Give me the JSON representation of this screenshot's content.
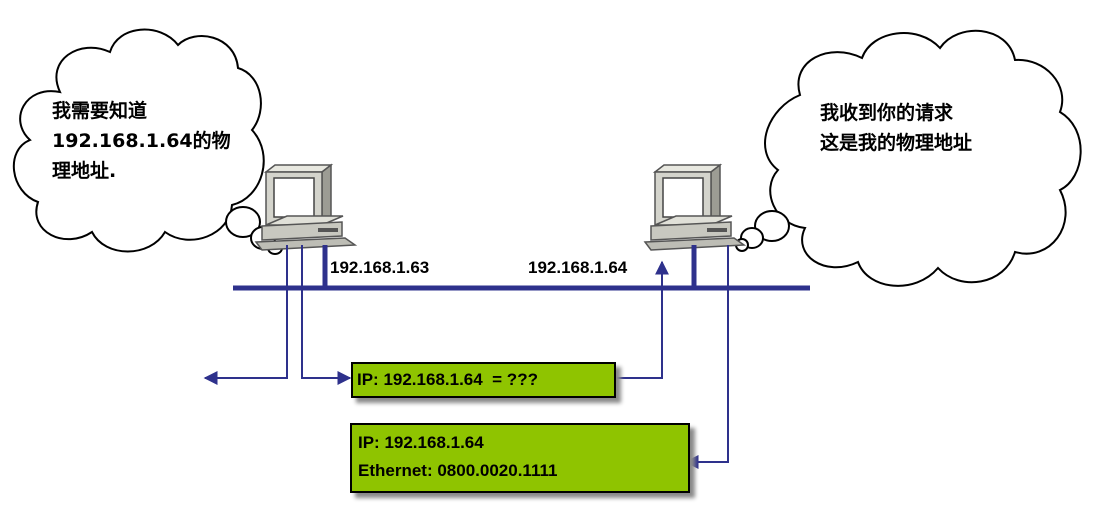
{
  "colors": {
    "line": "#2e318c",
    "box_fill": "#8fc400",
    "box_border": "#000000",
    "monitor": "#d4d4cc",
    "screen": "#ffffff"
  },
  "left_cloud": {
    "lines": [
      "我需要知道",
      "192.168.1.64的物",
      "理地址."
    ]
  },
  "right_cloud": {
    "lines": [
      "我收到你的请求",
      "这是我的物理地址"
    ]
  },
  "left_host": {
    "ip": "192.168.1.63"
  },
  "right_host": {
    "ip": "192.168.1.64"
  },
  "request_box": {
    "text": "IP: 192.168.1.64  = ???"
  },
  "reply_box": {
    "line1": "IP: 192.168.1.64",
    "line2": "Ethernet: 0800.0020.1111"
  },
  "icons": [
    "cloud-icon",
    "computer-icon"
  ]
}
